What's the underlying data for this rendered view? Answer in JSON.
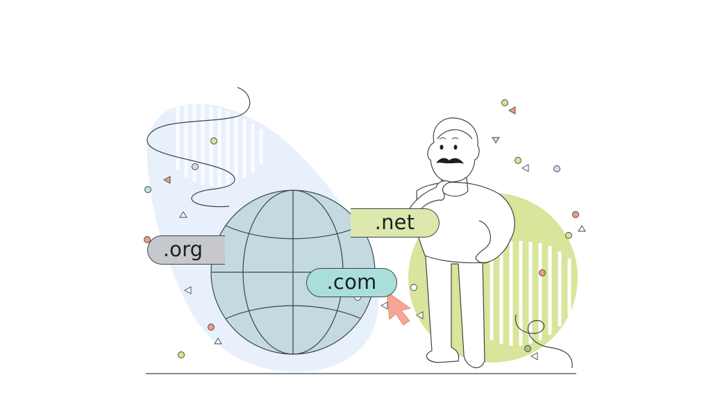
{
  "illustration": {
    "subject": "Man with mustache pondering which domain extension to choose next to a globe",
    "domain_tags": [
      {
        "id": "org",
        "label": ".org",
        "color": "#c6c8ce"
      },
      {
        "id": "net",
        "label": ".net",
        "color": "#dde8ad"
      },
      {
        "id": "com",
        "label": ".com",
        "color": "#a9dedb"
      }
    ],
    "colors": {
      "globe_fill": "#c3dae1",
      "line": "#3a4348",
      "left_blob": "#e8f0fb",
      "right_circle": "#d8e59a",
      "cursor": "#f5a694",
      "dot_green": "#d6e58f",
      "dot_orange": "#f29a85",
      "dot_purple": "#ddd6f0",
      "dot_teal": "#b8e4e6"
    },
    "icons": [
      "globe-icon",
      "mouse-cursor-icon",
      "person-illustration"
    ]
  }
}
